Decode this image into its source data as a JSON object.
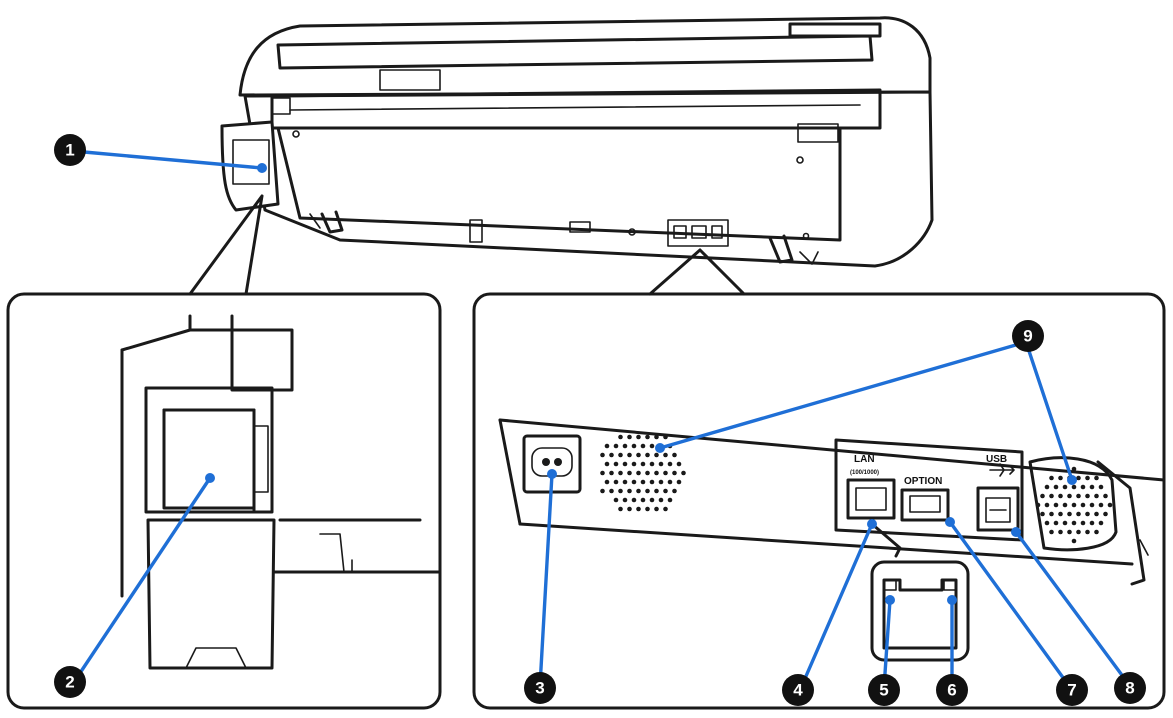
{
  "labels": {
    "lan": "LAN",
    "lan_speed": "(100/1000)",
    "option": "OPTION",
    "usb": "USB"
  },
  "callouts": [
    "1",
    "2",
    "3",
    "4",
    "5",
    "6",
    "7",
    "8",
    "9"
  ],
  "colors": {
    "leader": "#1f6fd6",
    "callout": "#111111",
    "line": "#1a1a1a",
    "background": "#ffffff"
  }
}
